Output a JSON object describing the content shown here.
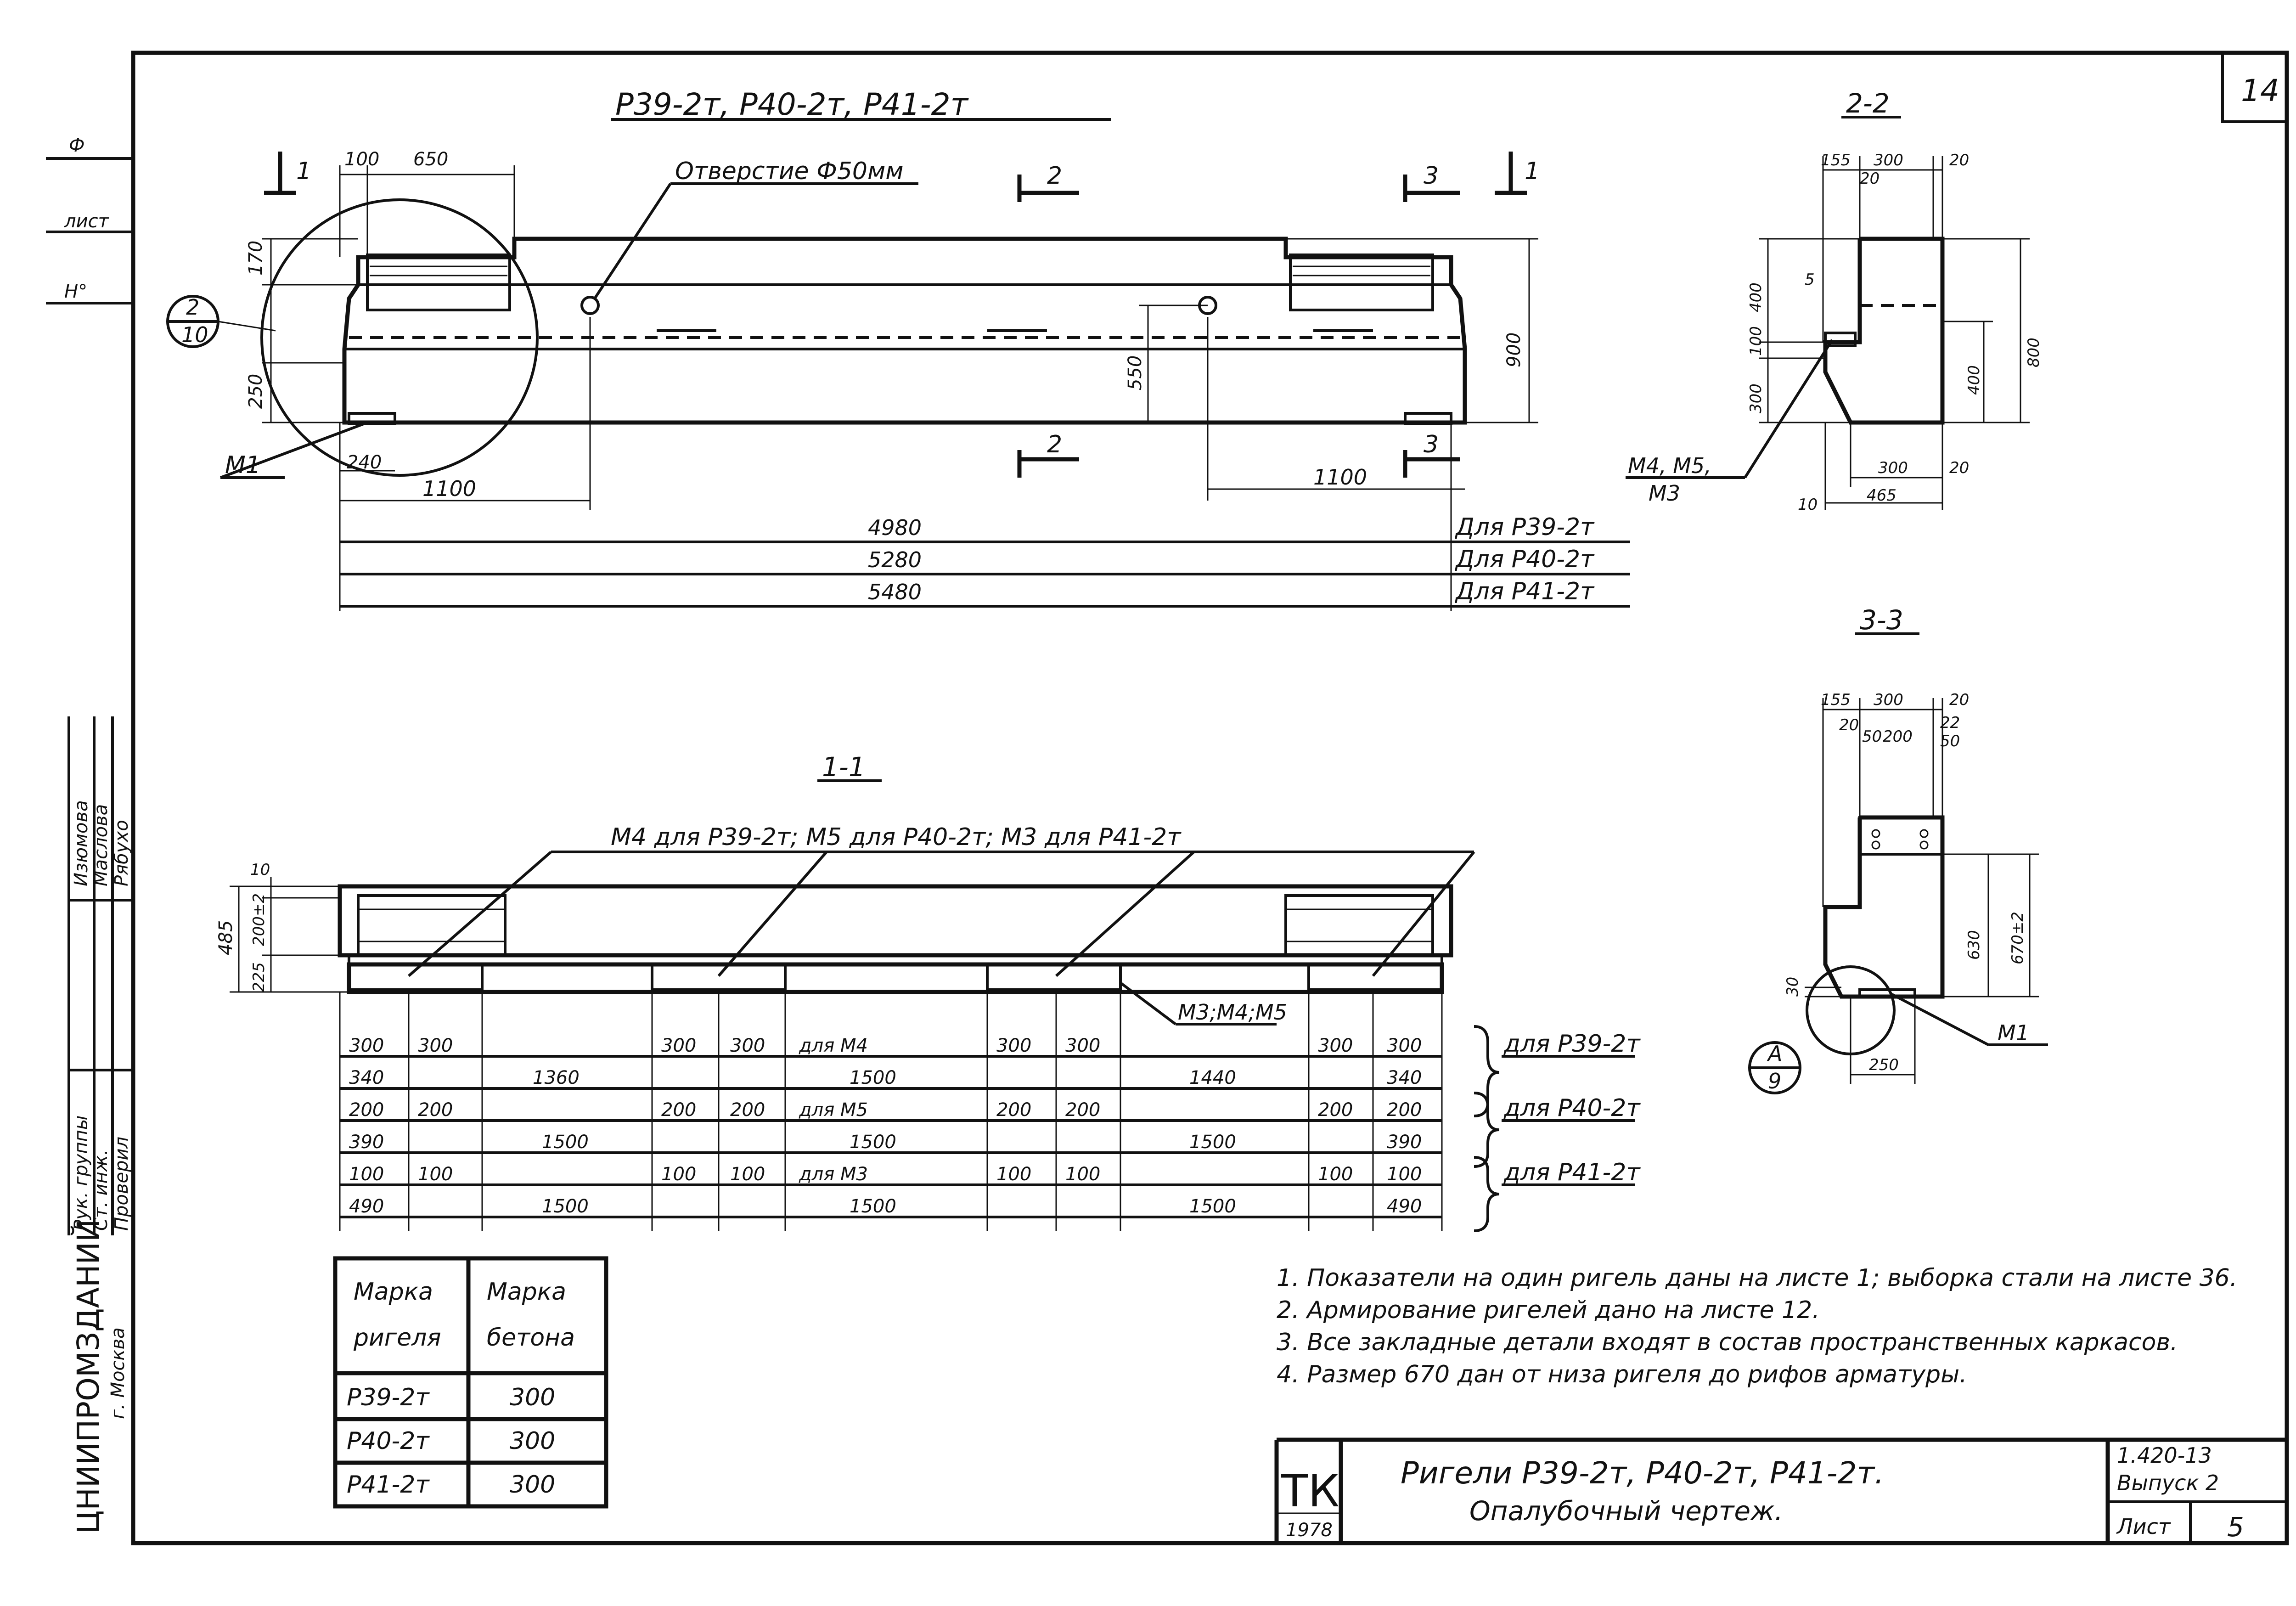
{
  "sheet": {
    "number": "14",
    "main_title": "Р39-2т, Р40-2т, Р41-2т",
    "hole_label": "Отверстие Ф50мм",
    "mark_m1": "М1",
    "section_2_2": "2-2",
    "section_3_3": "3-3",
    "section_1_1": "1-1",
    "section_marks": [
      "1",
      "2",
      "3"
    ],
    "callout_2_10": {
      "top": "2",
      "bottom": "10"
    },
    "callout_a_9": {
      "top": "А",
      "bottom": "9"
    },
    "embedded_parts_label": "М4 для Р39-2т; М5 для Р40-2т; М3 для Р41-2т",
    "embedded_parts_right": "М3;М4;М5",
    "parts_2_2_label_1": "М4, М5,",
    "parts_2_2_label_2": "М3"
  },
  "elevation_dims": {
    "top_100": "100",
    "top_650": "650",
    "left_170": "170",
    "left_250": "250",
    "bottom_240": "240",
    "d_1100_left": "1100",
    "d_1100_right": "1100",
    "d_550": "550",
    "d_900": "900"
  },
  "length_rows": [
    {
      "value": "4980",
      "label": "Для Р39-2т"
    },
    {
      "value": "5280",
      "label": "Для Р40-2т"
    },
    {
      "value": "5480",
      "label": "Для Р41-2т"
    }
  ],
  "section_2_2_dims": {
    "top_155": "155",
    "top_300": "300",
    "top_20a": "20",
    "top_20b": "20",
    "v_400": "400",
    "v_5": "5",
    "v_100": "100",
    "v_300": "300",
    "r_400": "400",
    "r_800": "800",
    "b_300": "300",
    "b_20": "20",
    "b_465": "465",
    "b_10": "10"
  },
  "section_3_3_dims": {
    "top_155": "155",
    "top_300": "300",
    "top_20": "20",
    "sub_20": "20",
    "sub_50a": "50",
    "sub_200": "200",
    "sub_22": "22",
    "sub_50b": "50",
    "r_630": "630",
    "r_670": "670±2",
    "l_30": "30",
    "b_250": "250"
  },
  "section_1_1_dims": {
    "top_10": "10",
    "v_485": "485",
    "v_200": "200±2",
    "v_225": "225"
  },
  "spacing_table": {
    "groups": [
      {
        "label": "для Р39-2т",
        "rows": [
          [
            "300",
            "300",
            "",
            "300",
            "300",
            "для М4",
            "300",
            "300",
            "",
            "300",
            "300"
          ],
          [
            "340",
            "",
            "1360",
            "",
            "",
            "1500",
            "",
            "",
            "1440",
            "",
            "340"
          ]
        ]
      },
      {
        "label": "для Р40-2т",
        "rows": [
          [
            "200",
            "200",
            "",
            "200",
            "200",
            "для М5",
            "200",
            "200",
            "",
            "200",
            "200"
          ],
          [
            "390",
            "",
            "1500",
            "",
            "",
            "1500",
            "",
            "",
            "1500",
            "",
            "390"
          ]
        ]
      },
      {
        "label": "для Р41-2т",
        "rows": [
          [
            "100",
            "100",
            "",
            "100",
            "100",
            "для М3",
            "100",
            "100",
            "",
            "100",
            "100"
          ],
          [
            "490",
            "",
            "1500",
            "",
            "",
            "1500",
            "",
            "",
            "1500",
            "",
            "490"
          ]
        ]
      }
    ]
  },
  "concrete_table": {
    "headers": [
      [
        "Марка",
        "ригеля"
      ],
      [
        "Марка",
        "бетона"
      ]
    ],
    "rows": [
      [
        "Р39-2т",
        "300"
      ],
      [
        "Р40-2т",
        "300"
      ],
      [
        "Р41-2т",
        "300"
      ]
    ]
  },
  "notes": [
    "1. Показатели на один ригель даны на листе 1; выборка стали на листе 36.",
    "2. Армирование ригелей дано на листе 12.",
    "3. Все закладные детали входят в состав пространственных каркасов.",
    "4. Размер 670 дан от низа ригеля до рифов арматуры."
  ],
  "title_block": {
    "logo": "ТК",
    "year": "1978",
    "title_line1": "Ригели Р39-2т, Р40-2т, Р41-2т.",
    "title_line2": "Опалубочный чертеж.",
    "code": "1.420-13",
    "issue": "Выпуск 2",
    "sheet_label": "Лист",
    "sheet_no": "5"
  },
  "left_margin": {
    "stamp_top": [
      "Ф",
      "лист",
      "Н°"
    ],
    "people_roles": [
      "Рук. группы",
      "Ст. инж.",
      "Проверил"
    ],
    "people_names": [
      "Изюмова",
      "Маслова",
      "Рябухо"
    ],
    "org": "ЦНИИПРОМЗДАНИЙ",
    "city": "г. Москва"
  }
}
